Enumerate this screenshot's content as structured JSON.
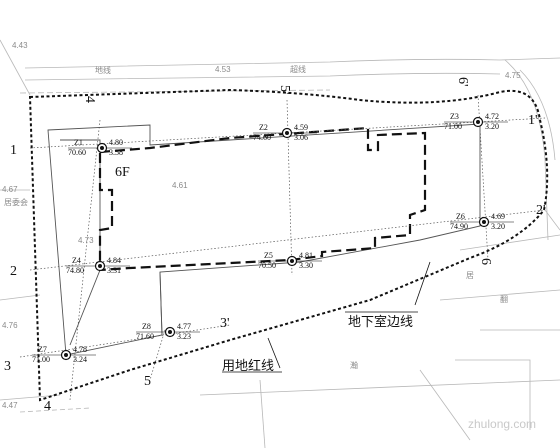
{
  "elevation_labels": [
    "4.43",
    "4.53",
    "4.75",
    "4.67",
    "4.61",
    "4.73",
    "4.76",
    "4.47"
  ],
  "road_labels": [
    "地线",
    "超线"
  ],
  "axis_labels": {
    "row_1": "1",
    "row_1p": "1'",
    "row_2": "2",
    "row_3": "3",
    "row_3p": "3'",
    "col_4": "4",
    "col_5": "5",
    "col_5p": "5'",
    "col_6": "6",
    "col_6p": "6'",
    "col_2p": "2'"
  },
  "building_label": "6F",
  "points": [
    {
      "id": "Z1",
      "elev": "70.60",
      "ground": "4.80",
      "depth": "3.58"
    },
    {
      "id": "Z2",
      "elev": "74.60",
      "ground": "4.59",
      "depth": "3.06"
    },
    {
      "id": "Z3",
      "elev": "71.00",
      "ground": "4.72",
      "depth": "3.20"
    },
    {
      "id": "Z4",
      "elev": "74.80",
      "ground": "4.84",
      "depth": "3.31"
    },
    {
      "id": "Z5",
      "elev": "70.50",
      "ground": "4.81",
      "depth": "3.30"
    },
    {
      "id": "Z6",
      "elev": "74.90",
      "ground": "4.69",
      "depth": "3.20"
    },
    {
      "id": "Z7",
      "elev": "71.00",
      "ground": "4.78",
      "depth": "3.24"
    },
    {
      "id": "Z8",
      "elev": "71.60",
      "ground": "4.77",
      "depth": "3.23"
    }
  ],
  "annotations": {
    "basement_edge": "地下室边线",
    "property_line": "用地红线"
  },
  "neighbor_labels": [
    "居委会",
    "居",
    "翻",
    "瀚"
  ],
  "watermark": "zhulong.com"
}
